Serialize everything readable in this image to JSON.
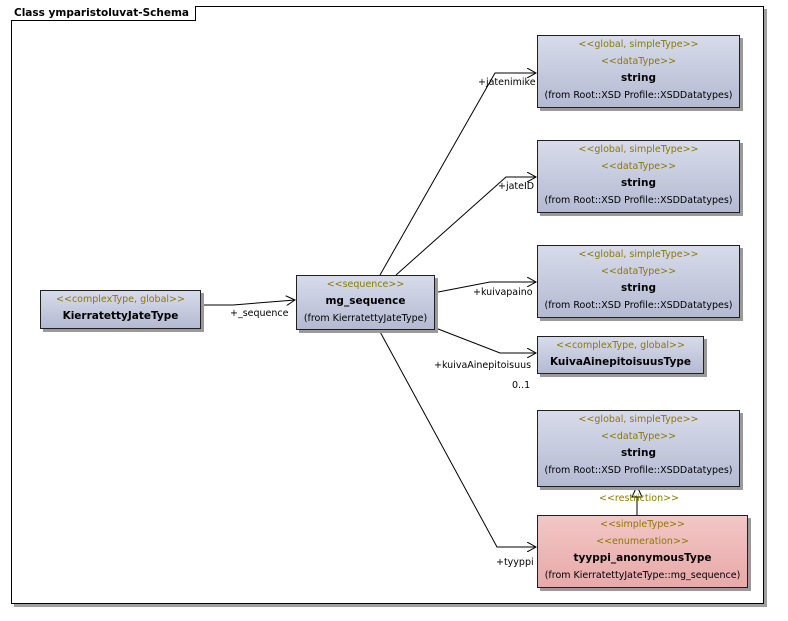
{
  "diagram": {
    "title": "Class ymparistoluvat-Schema",
    "classes": {
      "kierratetty": {
        "stereotype": "<<complexType, global>>",
        "name": "KierratettyJateType"
      },
      "mg_sequence": {
        "stereotype": "<<sequence>>",
        "name": "mg_sequence",
        "from": "(from KierratettyJateType)"
      },
      "string1": {
        "stereotype1": "<<global, simpleType>>",
        "stereotype2": "<<dataType>>",
        "name": "string",
        "from": "(from Root::XSD Profile::XSDDatatypes)"
      },
      "string2": {
        "stereotype1": "<<global, simpleType>>",
        "stereotype2": "<<dataType>>",
        "name": "string",
        "from": "(from Root::XSD Profile::XSDDatatypes)"
      },
      "string3": {
        "stereotype1": "<<global, simpleType>>",
        "stereotype2": "<<dataType>>",
        "name": "string",
        "from": "(from Root::XSD Profile::XSDDatatypes)"
      },
      "kuiva": {
        "stereotype": "<<complexType, global>>",
        "name": "KuivaAinepitoisuusType"
      },
      "string4": {
        "stereotype1": "<<global, simpleType>>",
        "stereotype2": "<<dataType>>",
        "name": "string",
        "from": "(from Root::XSD Profile::XSDDatatypes)"
      },
      "tyyppi": {
        "stereotype1": "<<simpleType>>",
        "stereotype2": "<<enumeration>>",
        "name": "tyyppi_anonymousType",
        "from": "(from KierratettyJateType::mg_sequence)"
      }
    },
    "labels": {
      "sequence": "+_sequence",
      "jatenimike": "+jatenimike",
      "jateID": "+jateID",
      "kuivapaino": "+kuivapaino",
      "kuivaAinepitoisuus": "+kuivaAinepitoisuus",
      "multiplicity": "0..1",
      "restriction": "<<restriction>>",
      "tyyppi": "+tyyppi"
    },
    "colors": {
      "datatype_fill": "#c4c8dc",
      "enum_fill": "#eab4b4",
      "stereotype_text": "#8a7a00"
    }
  }
}
